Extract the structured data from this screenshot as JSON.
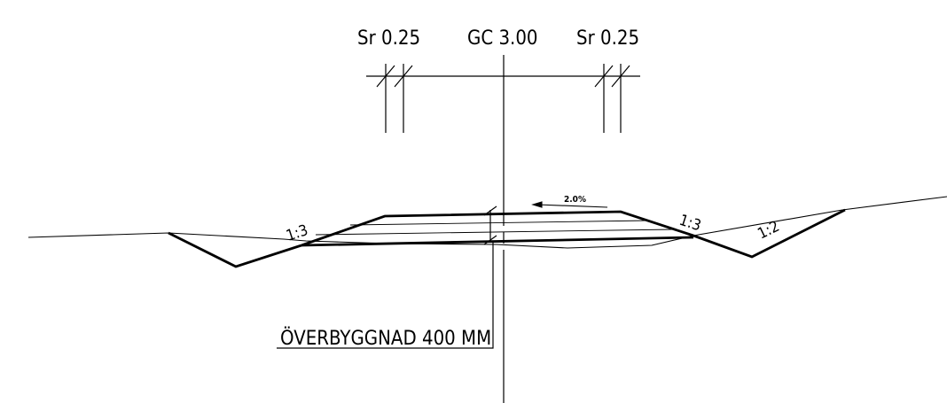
{
  "widths": {
    "left_shoulder": "Sr 0.25",
    "cycle_path": "GC 3.00",
    "right_shoulder": "Sr 0.25"
  },
  "crossfall": "2.0%",
  "slopes": {
    "left_inner": "1:3",
    "right_inner": "1:3",
    "right_outer": "1:2"
  },
  "pavement_note": "ÖVERBYGGNAD 400 MM",
  "colors": {
    "line": "#000000",
    "background": "#ffffff"
  }
}
